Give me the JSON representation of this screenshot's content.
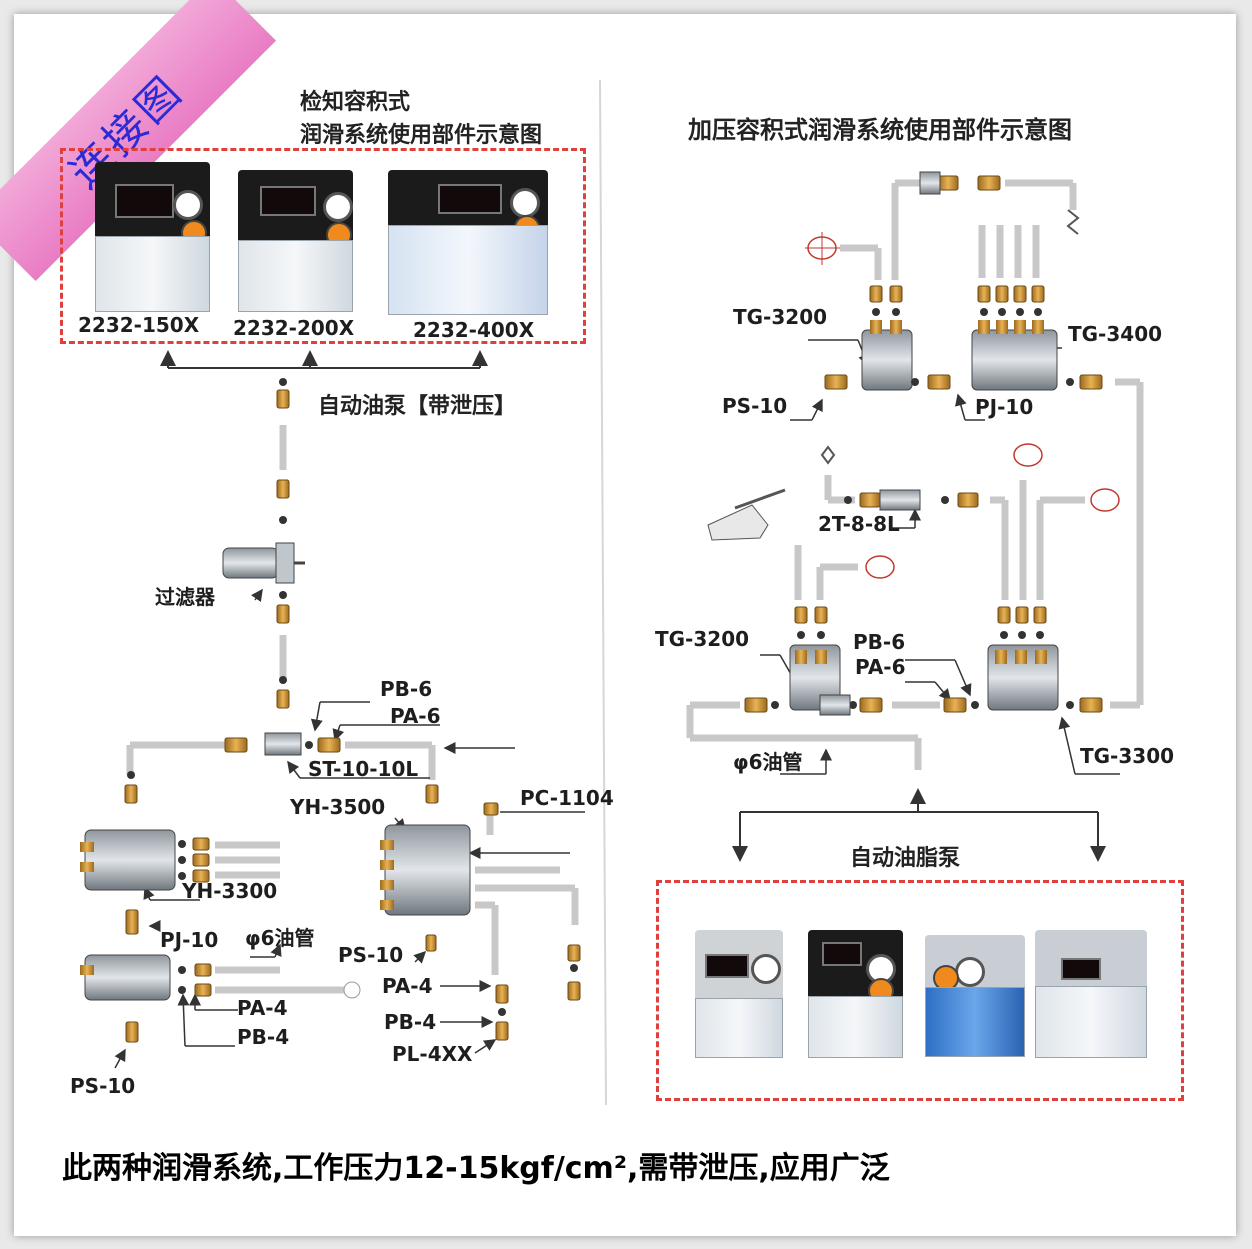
{
  "watermark": "连接图",
  "left": {
    "title_line1": "检知容积式",
    "title_line2": "润滑系统使用部件示意图",
    "pumps": [
      "2232-150X",
      "2232-200X",
      "2232-400X"
    ],
    "pump_caption": "自动油泵【带泄压】",
    "labels": {
      "filter": "过滤器",
      "pb6": "PB-6",
      "pa6": "PA-6",
      "st": "ST-10-10L",
      "yh3500": "YH-3500",
      "pc1104": "PC-1104",
      "yh3300": "YH-3300",
      "pj10": "PJ-10",
      "tube": "φ6油管",
      "ps10_mid": "PS-10",
      "pa4_a": "PA-4",
      "pa4_b": "PA-4",
      "pb4_a": "PB-4",
      "pb4_b": "PB-4",
      "pl4xx": "PL-4XX",
      "ps10_bottom": "PS-10"
    }
  },
  "right": {
    "title": "加压容积式润滑系统使用部件示意图",
    "labels": {
      "tg3200_top": "TG-3200",
      "tg3400": "TG-3400",
      "ps10": "PS-10",
      "pj10": "PJ-10",
      "t2": "2T-8-8L",
      "tg3200_bottom": "TG-3200",
      "pb6": "PB-6",
      "pa6": "PA-6",
      "tube": "φ6油管",
      "tg3300": "TG-3300"
    },
    "pump_caption": "自动油脂泵"
  },
  "footer": "此两种润滑系统,工作压力12-15kgf/cm²,需带泄压,应用广泛",
  "colors": {
    "dash": "#e0403b",
    "pipe": "#c8c8c8",
    "brass": "#c88a2e",
    "ribbon": "#ef93d0",
    "watermark_text": "#2b2bd6"
  }
}
